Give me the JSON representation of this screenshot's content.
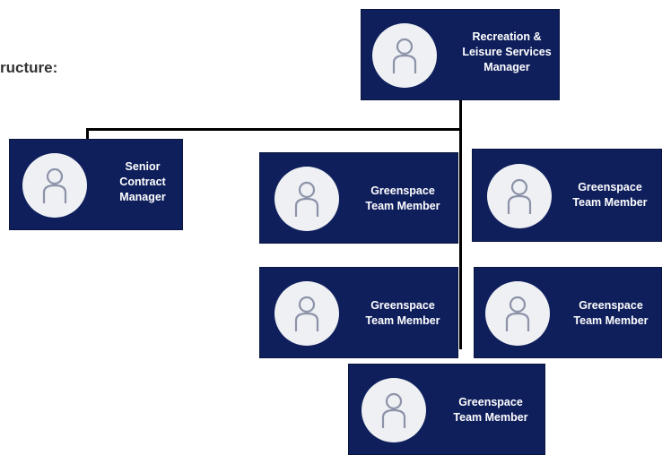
{
  "heading": "ructure:",
  "nodes": {
    "manager": {
      "line1": "Recreation &",
      "line2": "Leisure Services",
      "line3": "Manager"
    },
    "senior": {
      "line1": "Senior",
      "line2": "Contract",
      "line3": "Manager"
    },
    "gs1": {
      "line1": "Greenspace",
      "line2": "Team Member"
    },
    "gs2": {
      "line1": "Greenspace",
      "line2": "Team Member"
    },
    "gs3": {
      "line1": "Greenspace",
      "line2": "Team Member"
    },
    "gs4": {
      "line1": "Greenspace",
      "line2": "Team Member"
    },
    "gs5": {
      "line1": "Greenspace",
      "line2": "Team Member"
    }
  },
  "colors": {
    "card": "#0f1f5c",
    "avatar": "#eef0f4",
    "avatar_icon": "#8d93a8",
    "connector": "#000000"
  },
  "icon": "person-icon"
}
